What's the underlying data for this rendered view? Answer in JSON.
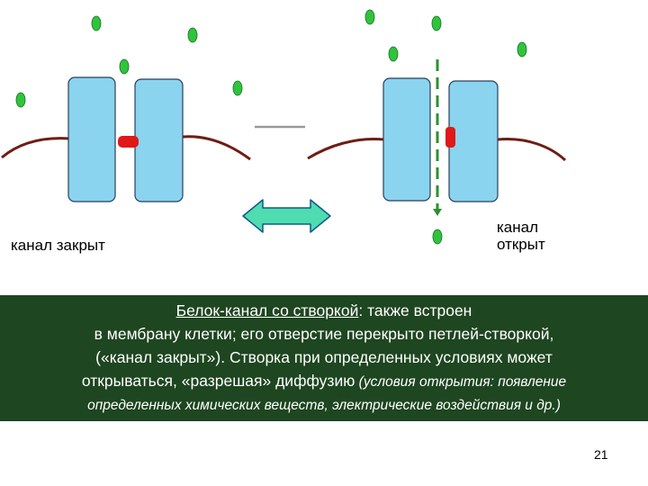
{
  "labels": {
    "closed": "канал закрыт",
    "open_line1": "канал",
    "open_line2": "открыт"
  },
  "caption": {
    "title": "Белок-канал со створкой",
    "colon": ":",
    "line1_rest": " также встроен",
    "line2": "в мембрану клетки; его отверстие перекрыто петлей-створкой,",
    "line3": "(«канал закрыт»). Створка при определенных условиях может",
    "line4_main": "открываться, «разрешая» диффузию",
    "line4_italic": " (условия открытия: появление",
    "line5_italic": "определенных химических веществ, электрические воздействия и др.)"
  },
  "page_number": "21",
  "colors": {
    "protein": "#8ad4f0",
    "protein_stroke": "#2a3f5a",
    "membrane": "#6e1e14",
    "gate": "#e01818",
    "particle": "#2fc43c",
    "arrow_fill": "#4fdcb0",
    "arrow_stroke": "#0d5a8a",
    "dashed_path": "#2f8f2f",
    "caption_bg": "#1e4620"
  }
}
